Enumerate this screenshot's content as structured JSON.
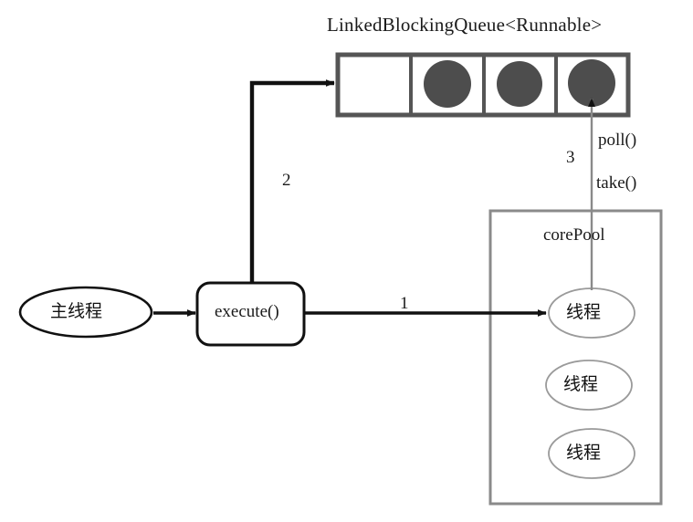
{
  "diagram": {
    "title": "LinkedBlockingQueue<Runnable>",
    "queue": {
      "name": "linked-blocking-queue",
      "cells": [
        {
          "id": "cell-0",
          "filled": false,
          "task_label": ""
        },
        {
          "id": "cell-1",
          "filled": true,
          "task_label": ""
        },
        {
          "id": "cell-2",
          "filled": true,
          "task_label": ""
        },
        {
          "id": "cell-3",
          "filled": true,
          "task_label": ""
        }
      ],
      "fill_color": "#4d4d4d",
      "border_color": "#555555"
    },
    "main_thread": {
      "label": "主线程"
    },
    "execute_box": {
      "label": "execute()"
    },
    "core_pool": {
      "label": "corePool",
      "border_color": "#8a8a8a",
      "threads": [
        {
          "label": "线程"
        },
        {
          "label": "线程"
        },
        {
          "label": "线程"
        }
      ]
    },
    "steps": {
      "step1": "1",
      "step2": "2",
      "step3": "3"
    },
    "operations": {
      "poll": "poll()",
      "take": "take()"
    },
    "colors": {
      "ink": "#1a1a1a",
      "task_fill": "#4d4d4d",
      "thin_line": "#8a8a8a"
    }
  }
}
